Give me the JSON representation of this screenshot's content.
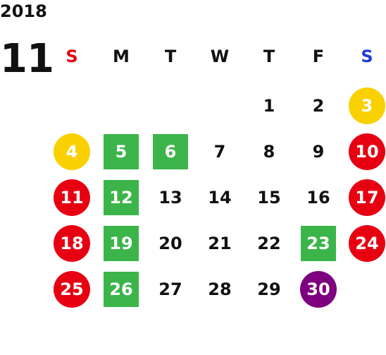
{
  "calendar": {
    "year": "2018",
    "month": "11",
    "weekdays": [
      {
        "label": "S",
        "color": "#e60012"
      },
      {
        "label": "M",
        "color": "#111111"
      },
      {
        "label": "T",
        "color": "#111111"
      },
      {
        "label": "W",
        "color": "#111111"
      },
      {
        "label": "T",
        "color": "#111111"
      },
      {
        "label": "F",
        "color": "#111111"
      },
      {
        "label": "S",
        "color": "#1f3bd6"
      }
    ],
    "weeks": [
      [
        null,
        null,
        null,
        null,
        {
          "day": "1"
        },
        {
          "day": "2"
        },
        {
          "day": "3",
          "style": "circle",
          "bg": "#f9d000"
        }
      ],
      [
        {
          "day": "4",
          "style": "circle",
          "bg": "#f9d000"
        },
        {
          "day": "5",
          "style": "square",
          "bg": "#3bb54a"
        },
        {
          "day": "6",
          "style": "square",
          "bg": "#3bb54a"
        },
        {
          "day": "7"
        },
        {
          "day": "8"
        },
        {
          "day": "9"
        },
        {
          "day": "10",
          "style": "circle",
          "bg": "#e60012"
        }
      ],
      [
        {
          "day": "11",
          "style": "circle",
          "bg": "#e60012"
        },
        {
          "day": "12",
          "style": "square",
          "bg": "#3bb54a"
        },
        {
          "day": "13"
        },
        {
          "day": "14"
        },
        {
          "day": "15"
        },
        {
          "day": "16"
        },
        {
          "day": "17",
          "style": "circle",
          "bg": "#e60012"
        }
      ],
      [
        {
          "day": "18",
          "style": "circle",
          "bg": "#e60012"
        },
        {
          "day": "19",
          "style": "square",
          "bg": "#3bb54a"
        },
        {
          "day": "20"
        },
        {
          "day": "21"
        },
        {
          "day": "22"
        },
        {
          "day": "23",
          "style": "square",
          "bg": "#3bb54a"
        },
        {
          "day": "24",
          "style": "circle",
          "bg": "#e60012"
        }
      ],
      [
        {
          "day": "25",
          "style": "circle",
          "bg": "#e60012"
        },
        {
          "day": "26",
          "style": "square",
          "bg": "#3bb54a"
        },
        {
          "day": "27"
        },
        {
          "day": "28"
        },
        {
          "day": "29"
        },
        {
          "day": "30",
          "style": "circle",
          "bg": "#7e007e"
        },
        null
      ]
    ]
  }
}
